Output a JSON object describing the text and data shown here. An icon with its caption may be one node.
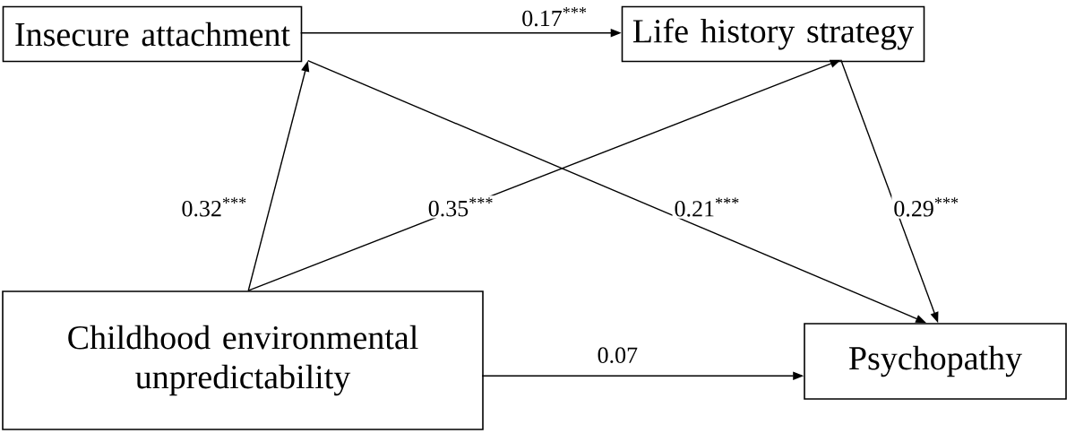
{
  "diagram": {
    "nodes": [
      {
        "text": [
          "Insecure attachment"
        ]
      },
      {
        "text": [
          "Life history strategy"
        ]
      },
      {
        "text": [
          "Childhood environmental unpredictability"
        ]
      },
      {
        "text": [
          "Psychopathy"
        ]
      }
    ],
    "edges": [
      {
        "from": 0,
        "to": 1,
        "arrow": "to",
        "label": "0.17$^{***}$"
      },
      {
        "from": 2,
        "to": 0,
        "arrow": "to",
        "label": "0.32$^{***}$"
      },
      {
        "from": 2,
        "to": 1,
        "arrow": "to",
        "label": "0.35$^{***}$"
      },
      {
        "from": 0,
        "to": 3,
        "arrow": "to",
        "label": "0.21$^{***}$"
      },
      {
        "from": 1,
        "to": 3,
        "arrow": "to",
        "label": "0.29$^{***}$"
      },
      {
        "from": 2,
        "to": 3,
        "arrow": "to",
        "label": "0.07"
      }
    ]
  }
}
